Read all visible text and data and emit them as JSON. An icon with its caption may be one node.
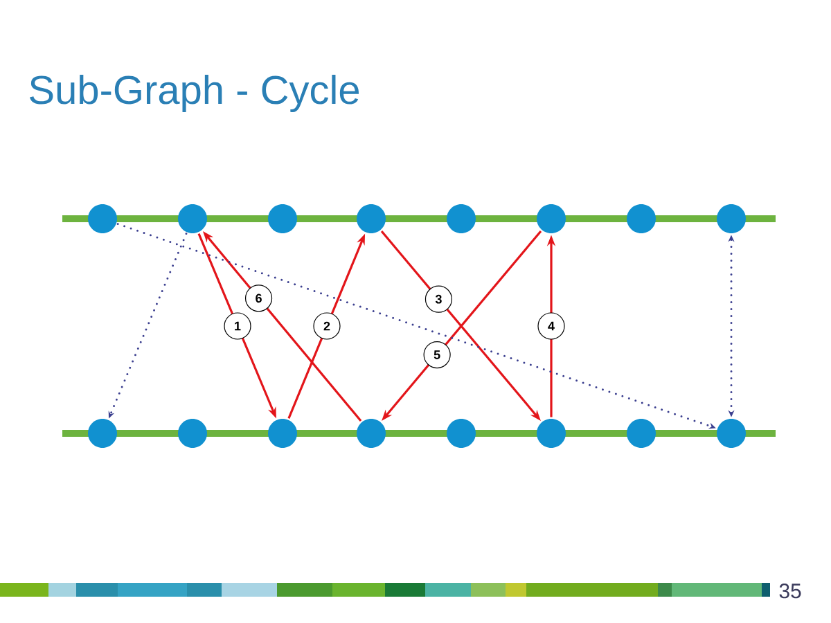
{
  "diagram": {
    "title": "Sub-Graph - Cycle",
    "nodes": [
      {
        "text": [],
        "shape": "circle"
      },
      {
        "text": [],
        "shape": "circle"
      },
      {
        "text": [],
        "shape": "circle"
      },
      {
        "text": [],
        "shape": "circle"
      },
      {
        "text": [],
        "shape": "circle"
      },
      {
        "text": [],
        "shape": "circle"
      },
      {
        "text": [],
        "shape": "circle"
      },
      {
        "text": [],
        "shape": "circle"
      },
      {
        "text": [],
        "shape": "circle"
      },
      {
        "text": [],
        "shape": "circle"
      },
      {
        "text": [],
        "shape": "circle"
      },
      {
        "text": [],
        "shape": "circle"
      },
      {
        "text": [],
        "shape": "circle"
      },
      {
        "text": [],
        "shape": "circle"
      },
      {
        "text": [],
        "shape": "circle"
      },
      {
        "text": [],
        "shape": "circle"
      }
    ],
    "edges": [
      {
        "from": 1,
        "to": 10,
        "arrow": "to",
        "label": "1"
      },
      {
        "from": 10,
        "to": 3,
        "arrow": "to",
        "label": "2"
      },
      {
        "from": 3,
        "to": 13,
        "arrow": "to",
        "label": "3"
      },
      {
        "from": 13,
        "to": 5,
        "arrow": "to",
        "label": "4"
      },
      {
        "from": 5,
        "to": 11,
        "arrow": "to",
        "label": "5"
      },
      {
        "from": 11,
        "to": 1,
        "arrow": "to",
        "label": "6"
      },
      {
        "from": 0,
        "to": 15,
        "arrow": "to",
        "style": "dashed",
        "color": "#3b3f8f"
      },
      {
        "from": 1,
        "to": 8,
        "arrow": "to",
        "style": "dashed",
        "color": "#3b3f8f"
      },
      {
        "from": 15,
        "to": 7,
        "arrow": "both",
        "style": "dashed",
        "color": "#3b3f8f"
      }
    ],
    "labels": [
      "35"
    ]
  }
}
